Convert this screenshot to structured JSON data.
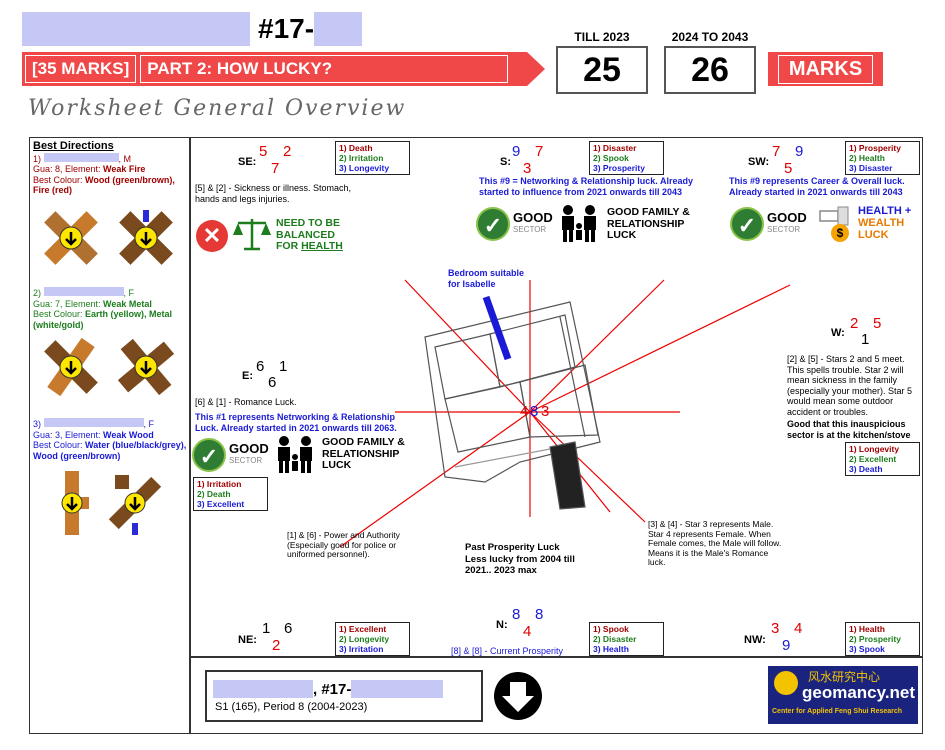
{
  "header": {
    "title_number": "#17-",
    "marks_tag": "[35 MARKS]",
    "part_label": "PART 2:",
    "part_question": "HOW LUCKY?",
    "period1_label": "TILL 2023",
    "period1_score": "25",
    "period2_label": "2024 TO 2043",
    "period2_score": "26",
    "marks_label": "MARKS",
    "subtitle": "Worksheet General Overview"
  },
  "best_directions": {
    "heading": "Best Directions",
    "p1": {
      "index": "1)",
      "sex": ", M",
      "gua": "Gua: 8, Element: ",
      "element": "Weak Fire",
      "colour_label": "Best Colour: ",
      "colour": "Wood (green/brown), Fire (red)"
    },
    "p2": {
      "index": "2)",
      "sex": ", F",
      "gua": "Gua: 7, Element: ",
      "element": "Weak Metal",
      "colour_label": "Best Colour: ",
      "colour": "Earth (yellow), Metal (white/gold)"
    },
    "p3": {
      "index": "3)",
      "sex": ", F",
      "gua": "Gua: 3, Element: ",
      "element": "Weak Wood",
      "colour_label": "Best Colour: ",
      "colour": "Water (blue/black/grey), Wood (green/brown)"
    }
  },
  "sectors": {
    "se": {
      "label": "SE:",
      "a": "5",
      "b": "2",
      "c": "7",
      "legend": [
        "1) Death",
        "2) Irritation",
        "3) Longevity"
      ],
      "note": "[5] & [2] - Sickness or illness. Stomach, hands and legs injuries.",
      "health": [
        "NEED TO BE",
        "BALANCED",
        "FOR ",
        "HEALTH"
      ]
    },
    "s": {
      "label": "S:",
      "a": "9",
      "b": "7",
      "c": "3",
      "legend": [
        "1) Disaster",
        "2) Spook",
        "3) Prosperity"
      ],
      "note": "This #9 = Networking & Relationship luck. Already started to influence from 2021 onwards till 2043",
      "good": "GOOD",
      "sector": "SECTOR",
      "luck": "GOOD FAMILY & RELATIONSHIP LUCK"
    },
    "sw": {
      "label": "SW:",
      "a": "7",
      "b": "9",
      "c": "5",
      "legend": [
        "1) Prosperity",
        "2) Health",
        "3) Disaster"
      ],
      "note": "This #9 represents Career & Overall luck. Already started in 2021 onwards till 2043",
      "good": "GOOD",
      "sector": "SECTOR",
      "luck1": "HEALTH +",
      "luck2": "WEALTH",
      "luck3": "LUCK"
    },
    "e": {
      "label": "E:",
      "a": "6",
      "b": "1",
      "c": "6",
      "note1": "[6] & [1] - Romance Luck.",
      "note2": "This #1 represents Netrworking & Relationship Luck. Already started in 2021 onwards till 2063.",
      "good": "GOOD",
      "sector": "SECTOR",
      "luck": "GOOD FAMILY & RELATIONSHIP LUCK",
      "legend": [
        "1) Irritation",
        "2) Death",
        "3) Excellent"
      ]
    },
    "w": {
      "label": "W:",
      "a": "2",
      "b": "5",
      "c": "1",
      "note": "[2] & [5] - Stars 2 and 5 meet. This spells trouble. Star 2 will mean sickness in the family (especially your mother). Star 5 would mean some outdoor accident or troubles.",
      "note_bold": "Good that this inauspicious sector is at the kitchen/stove",
      "legend": [
        "1) Longevity",
        "2) Excellent",
        "3) Death"
      ]
    },
    "ne": {
      "label": "NE:",
      "a": "1",
      "b": "6",
      "c": "2",
      "legend": [
        "1) Excellent",
        "2) Longevity",
        "3) Irritation"
      ]
    },
    "n": {
      "label": "N:",
      "a": "8",
      "b": "8",
      "c": "4",
      "note": "[8] & [8] - Current Prosperity",
      "legend": [
        "1) Spook",
        "2) Disaster",
        "3) Health"
      ]
    },
    "nw": {
      "label": "NW:",
      "a": "3",
      "b": "4",
      "c": "9",
      "legend": [
        "1) Health",
        "2) Prosperity",
        "3) Spook"
      ]
    }
  },
  "center": {
    "bedroom": "Bedroom suitable for Isabelle",
    "stars": [
      "4",
      "8",
      "3"
    ],
    "note_16": "[1] & [6] - Power and Authority (Especially good for police or uniformed personnel).",
    "past_title": "Past Prosperity Luck",
    "past_body": "Less lucky from 2004 till 2021.. 2023 max",
    "note_34": "[3] & [4] - Star 3 represents Male. Star 4 represents Female. When Female comes, the Male will follow. Means it is the Male's Romance luck."
  },
  "footer": {
    "unit": ", #17-",
    "period": "S1 (165), Period 8 (2004-2023)",
    "logo_cn": "风水研究中心",
    "logo_main": "geomancy.net",
    "logo_sub": "Center for Applied Feng Shui Research"
  },
  "colors": {
    "accent_red": "#f04848",
    "star_red": "#e00000",
    "star_blue": "#1a1ad6",
    "good_green": "#2e7d32"
  }
}
